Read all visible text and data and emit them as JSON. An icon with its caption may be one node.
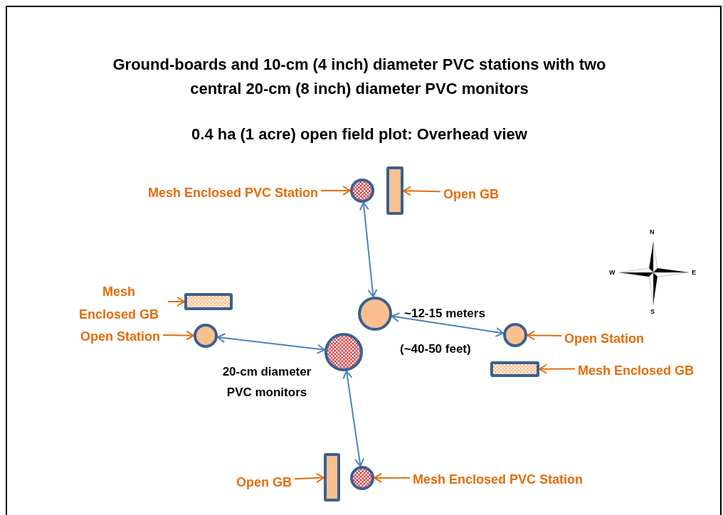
{
  "diagram": {
    "title": "Ground-boards and 10-cm (4 inch) diameter PVC stations with two central 20-cm (8 inch) diameter PVC monitors",
    "nodes": [
      {
        "text": [
          "Mesh Enclosed PVC Station"
        ]
      },
      {
        "text": [],
        "shape": "circle"
      },
      {
        "text": [],
        "shape": "bar"
      },
      {
        "text": [
          "Open GB"
        ]
      },
      {
        "text": [
          "Mesh Enclosed GB"
        ]
      },
      {
        "text": [],
        "shape": "bar"
      },
      {
        "text": [
          "Open Station"
        ]
      },
      {
        "text": [],
        "shape": "circle"
      },
      {
        "text": [],
        "shape": "circle"
      },
      {
        "text": [],
        "shape": "circle"
      },
      {
        "text": [],
        "shape": "circle"
      },
      {
        "text": [
          "Open Station"
        ]
      },
      {
        "text": [],
        "shape": "bar"
      },
      {
        "text": [
          "Mesh Enclosed GB"
        ]
      },
      {
        "text": [
          "Open GB"
        ]
      },
      {
        "text": [],
        "shape": "bar"
      },
      {
        "text": [],
        "shape": "circle"
      },
      {
        "text": [
          "Mesh Enclosed PVC Station"
        ]
      }
    ],
    "edges": [
      {
        "from": 0,
        "to": 1,
        "arrow": "to"
      },
      {
        "from": 3,
        "to": 2,
        "arrow": "to"
      },
      {
        "from": 4,
        "to": 5,
        "arrow": "to"
      },
      {
        "from": 6,
        "to": 7,
        "arrow": "to"
      },
      {
        "from": 11,
        "to": 10,
        "arrow": "to"
      },
      {
        "from": 13,
        "to": 12,
        "arrow": "to"
      },
      {
        "from": 14,
        "to": 15,
        "arrow": "to"
      },
      {
        "from": 17,
        "to": 16,
        "arrow": "to"
      },
      {
        "from": 1,
        "to": 8,
        "arrow": "both",
        "color": "#4f81bd"
      },
      {
        "from": 7,
        "to": 9,
        "arrow": "both",
        "color": "#4f81bd"
      },
      {
        "from": 8,
        "to": 10,
        "arrow": "both",
        "color": "#4f81bd"
      },
      {
        "from": 9,
        "to": 16,
        "arrow": "both",
        "color": "#4f81bd"
      }
    ],
    "labels": [
      "0.4 ha (1 acre) open field plot: Overhead view",
      "~12-15 meters",
      "(~40-50 feet)",
      "20-cm diameter PVC monitors",
      "N",
      "W",
      "E",
      "S"
    ]
  }
}
